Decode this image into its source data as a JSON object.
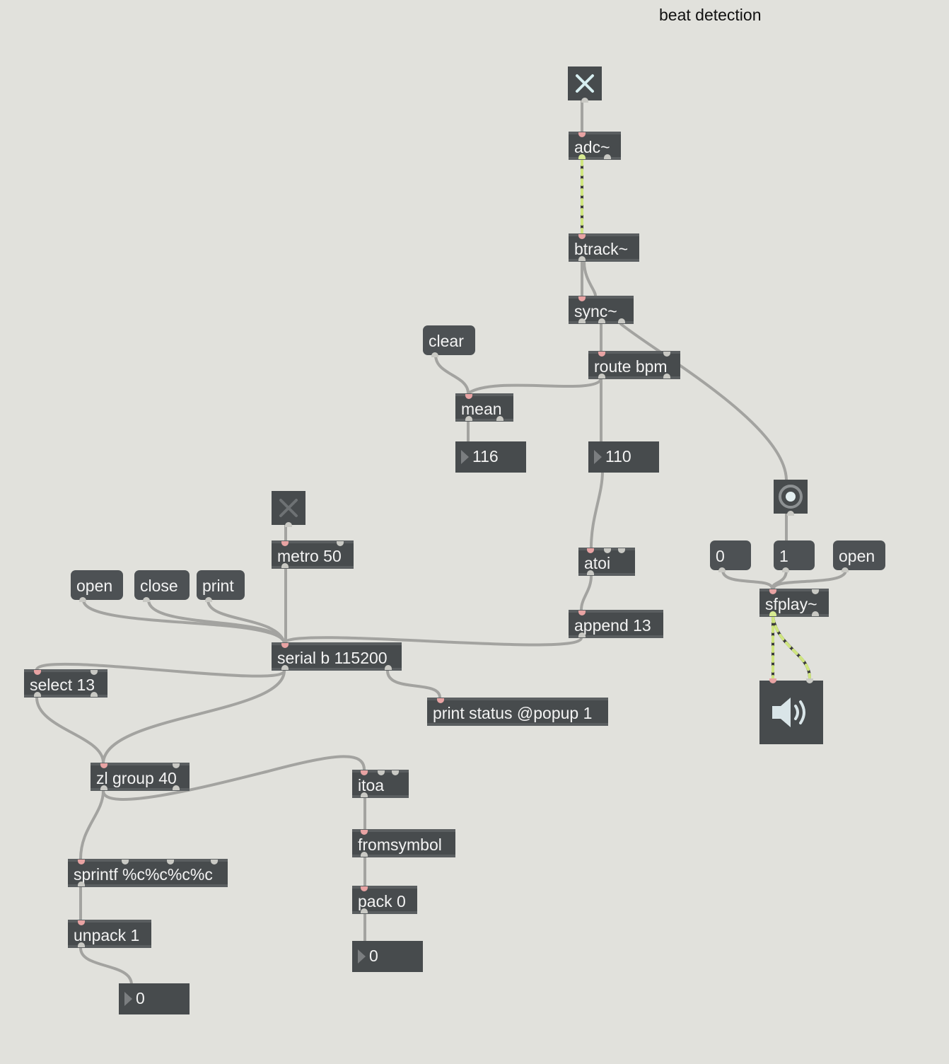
{
  "patch": {
    "comment": "beat detection"
  },
  "objects": {
    "adc": "adc~",
    "btrack": "btrack~",
    "sync": "sync~",
    "route": "route bpm",
    "mean": "mean",
    "metro": "metro 50",
    "atoi": "atoi",
    "append": "append 13",
    "serial": "serial b 115200",
    "select": "select 13",
    "print_status": "print status @popup 1",
    "zl": "zl group 40",
    "itoa": "itoa",
    "fromsymbol": "fromsymbol",
    "sprintf": "sprintf %c%c%c%c",
    "unpack": "unpack 1",
    "pack": "pack 0",
    "sfplay": "sfplay~"
  },
  "messages": {
    "clear": "clear",
    "open_serial": "open",
    "close_serial": "close",
    "print_serial": "print",
    "zero": "0",
    "one": "1",
    "open_file": "open"
  },
  "numbers": {
    "mean_value": "116",
    "bpm_value": "110",
    "pack_value": "0",
    "unpack_value": "0"
  },
  "icons": {
    "adc_toggle": "toggle-x-icon",
    "metro_toggle": "toggle-x-icon",
    "bang": "bang-icon",
    "dac": "speaker-icon"
  },
  "colors": {
    "background": "#e1e1dc",
    "object": "#474b4d",
    "text": "#f3f3f3",
    "patchcord": "#a3a3a0",
    "signal_cord": "#cfe57f"
  }
}
